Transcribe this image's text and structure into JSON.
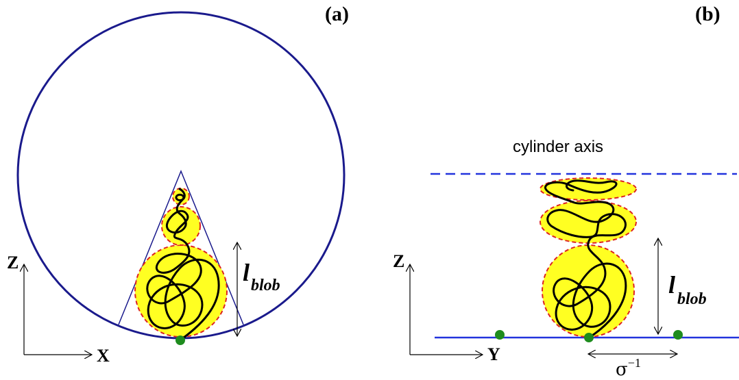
{
  "panel_a": {
    "label": "(a)",
    "axis_z": "Z",
    "axis_x": "X",
    "blob_symbol": "l",
    "blob_subscript": "blob"
  },
  "panel_b": {
    "label": "(b)",
    "axis_z": "Z",
    "axis_y": "Y",
    "cylinder_axis_label": "cylinder axis",
    "blob_symbol": "l",
    "blob_subscript": "blob",
    "spacing_symbol": "σ",
    "spacing_exponent": "−1"
  },
  "colors": {
    "cylinder": "#1a1a8c",
    "cone": "#1a1a8c",
    "surface_line": "#2233dd",
    "blob_fill": "#ffff22",
    "blob_outline": "#dd2222",
    "graft_dot": "#1e8c1e",
    "chain": "#000000"
  }
}
